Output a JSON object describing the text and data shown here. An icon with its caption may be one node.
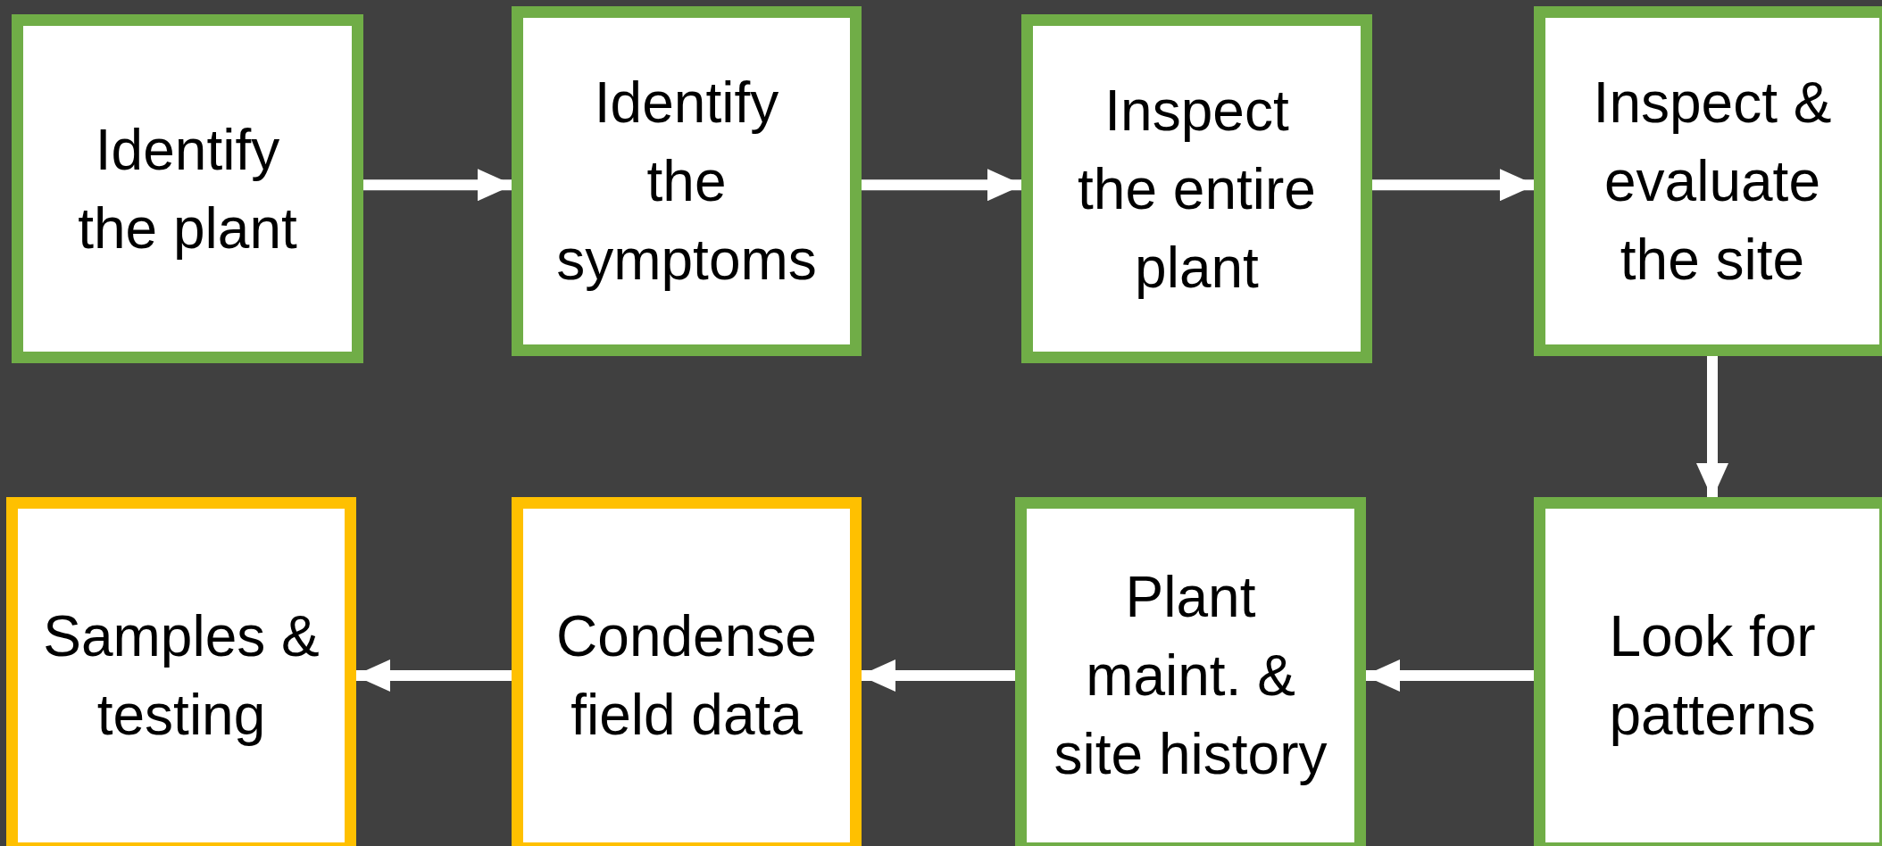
{
  "diagram": {
    "nodes": [
      {
        "text": [
          "Identify the plant"
        ]
      },
      {
        "text": [
          "Identify the symptoms"
        ]
      },
      {
        "text": [
          "Inspect the entire plant"
        ]
      },
      {
        "text": [
          "Inspect & evaluate the site"
        ]
      },
      {
        "text": [
          "Look for patterns"
        ]
      },
      {
        "text": [
          "Plant maint. & site history"
        ]
      },
      {
        "text": [
          "Condense field data"
        ]
      },
      {
        "text": [
          "Samples & testing"
        ]
      }
    ],
    "edges": [
      {
        "from": 0,
        "to": 1,
        "arrow": "to"
      },
      {
        "from": 1,
        "to": 2,
        "arrow": "to"
      },
      {
        "from": 2,
        "to": 3,
        "arrow": "to"
      },
      {
        "from": 3,
        "to": 4,
        "arrow": "to"
      },
      {
        "from": 4,
        "to": 5,
        "arrow": "to"
      },
      {
        "from": 5,
        "to": 6,
        "arrow": "to"
      },
      {
        "from": 6,
        "to": 7,
        "arrow": "to"
      }
    ]
  }
}
